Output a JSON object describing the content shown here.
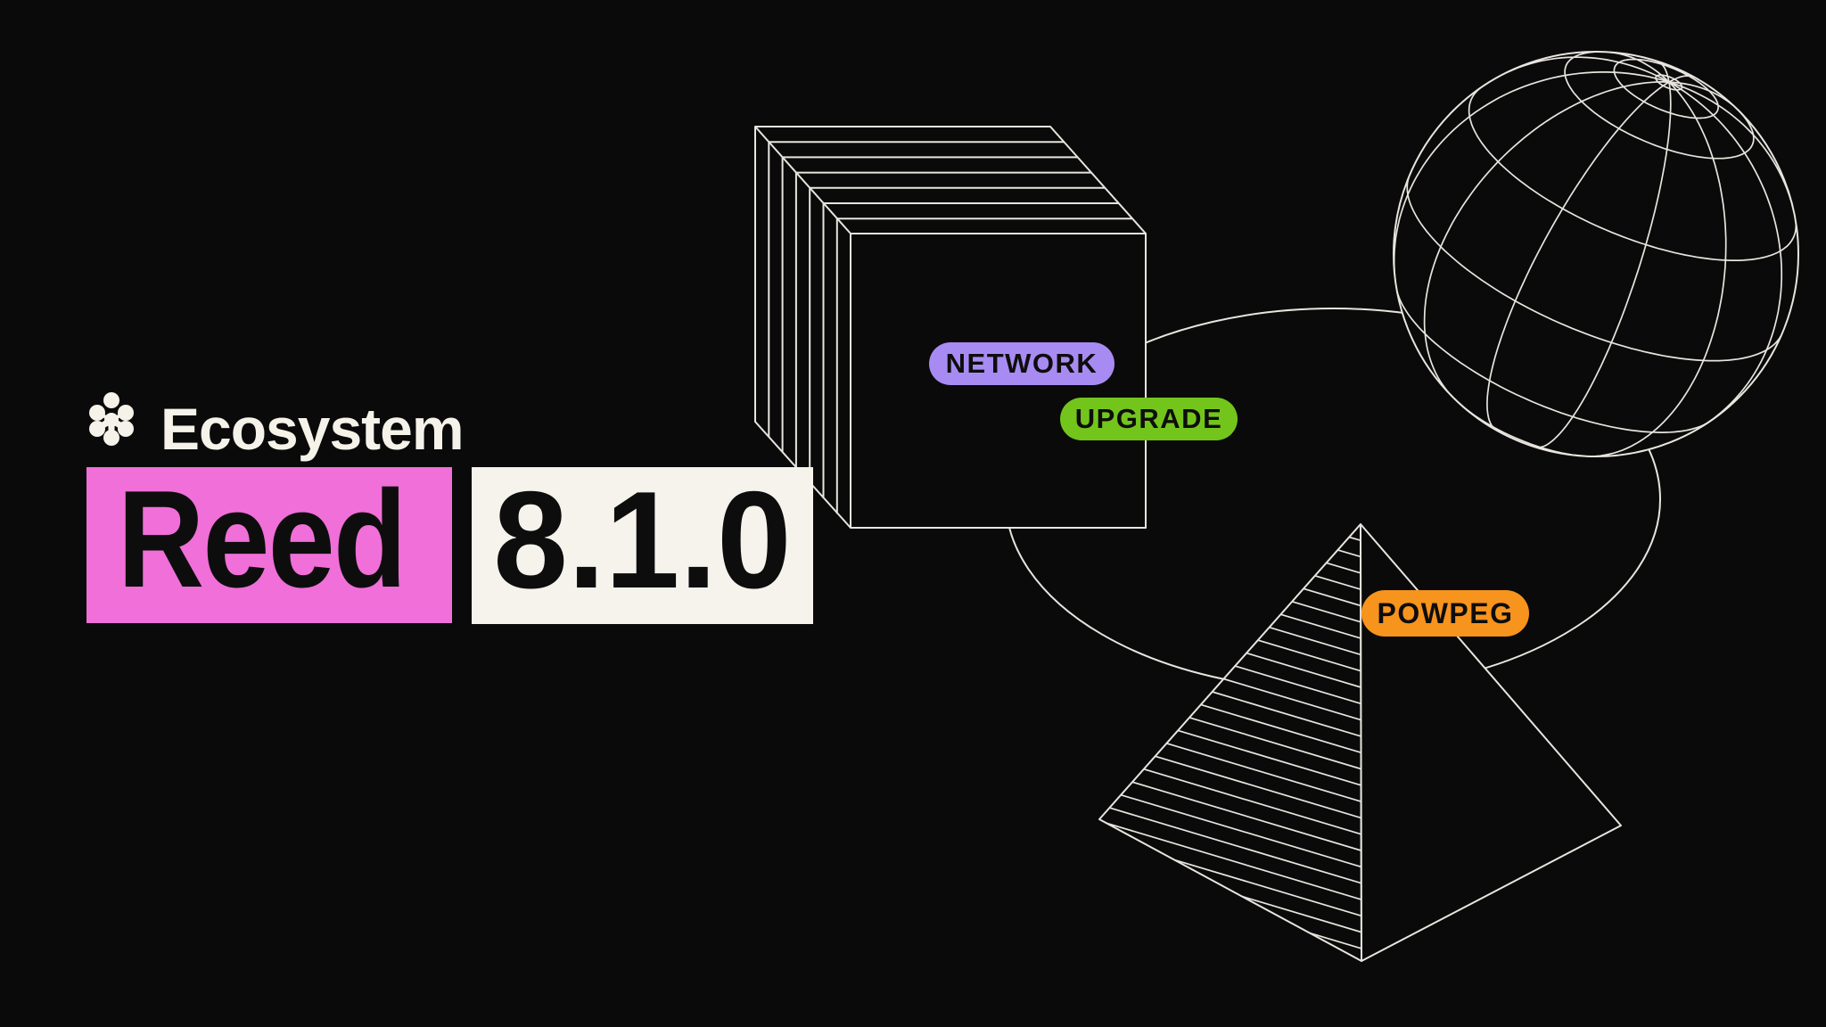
{
  "brand": {
    "name": "Ecosystem"
  },
  "release": {
    "name": "Reed",
    "version": "8.1.0"
  },
  "badges": [
    {
      "id": "network",
      "label": "NETWORK",
      "color": "#A88BF2"
    },
    {
      "id": "upgrade",
      "label": "UPGRADE",
      "color": "#73C51C"
    },
    {
      "id": "powpeg",
      "label": "POWPEG",
      "color": "#F7941D"
    }
  ],
  "blocks": {
    "name_bg": "#F06FD8",
    "version_bg": "#F5F3EC",
    "text_color": "#0E0D0D"
  },
  "colors": {
    "background": "#0A0A0A",
    "line": "#E8E5DF",
    "light_text": "#F5F2EA"
  },
  "decor": {
    "shapes": [
      "orbit-ellipse",
      "wireframe-globe",
      "sliced-cube",
      "hatched-pyramid"
    ]
  }
}
